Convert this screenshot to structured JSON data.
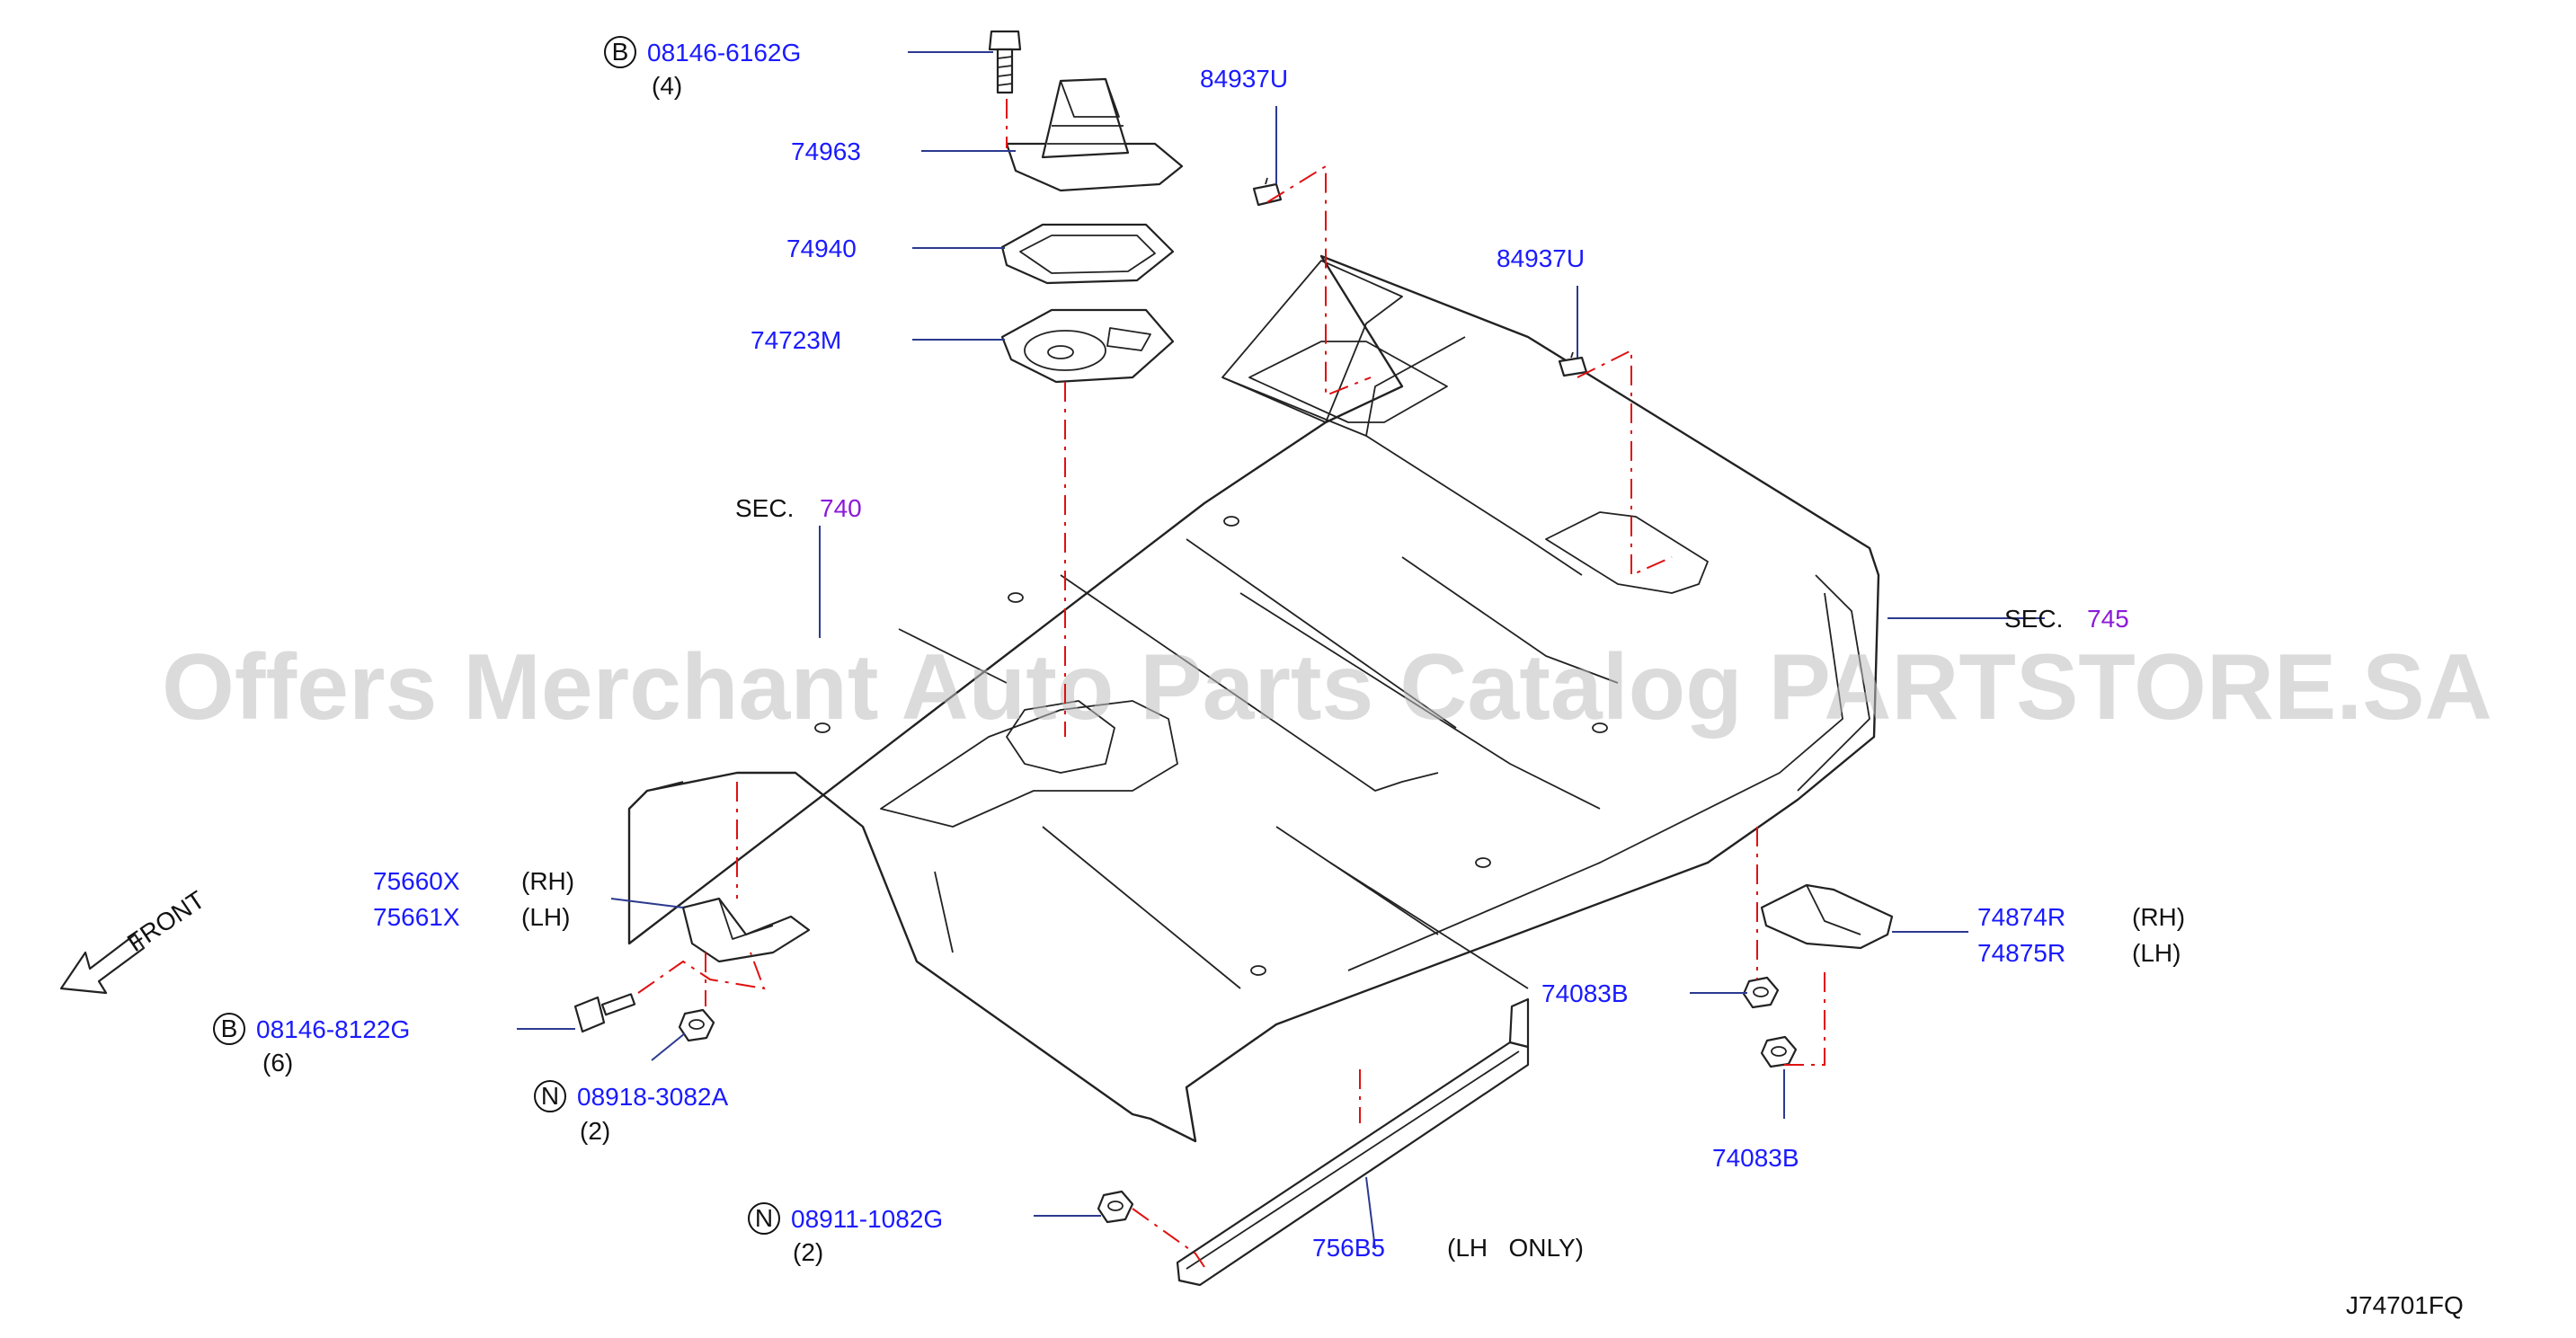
{
  "colors": {
    "part_number": "#1a1aff",
    "section_ref": "#8a1ad9",
    "leader": "#2b3a8f",
    "centerline": "#e01010",
    "watermark": "#bdbdbd"
  },
  "watermark": "Offers Merchant Auto Parts Catalog PARTSTORE.SA",
  "diagram_code": "J74701FQ",
  "front_label": "FRONT",
  "sections": [
    {
      "prefix": "SEC.",
      "number": "740"
    },
    {
      "prefix": "SEC.",
      "number": "745"
    }
  ],
  "callouts": {
    "bolt_top": {
      "badge": "B",
      "number": "08146-6162G",
      "qty": "(4)"
    },
    "boot": {
      "number": "74963"
    },
    "clip_left": {
      "number": "84937U"
    },
    "clip_right": {
      "number": "84937U"
    },
    "gasket": {
      "number": "74940"
    },
    "finisher": {
      "number": "74723M"
    },
    "bracket_left": {
      "number_rh": "75660X",
      "side_rh": "(RH)",
      "number_lh": "75661X",
      "side_lh": "(LH)"
    },
    "bolt_left": {
      "badge": "B",
      "number": "08146-8122G",
      "qty": "(6)"
    },
    "nut_left": {
      "badge": "N",
      "number": "08918-3082A",
      "qty": "(2)"
    },
    "nut_bottom": {
      "badge": "N",
      "number": "08911-1082G",
      "qty": "(2)"
    },
    "rail": {
      "number": "756B5",
      "note": "(LH   ONLY)"
    },
    "bracket_right": {
      "number_rh": "74874R",
      "side_rh": "(RH)",
      "number_lh": "74875R",
      "side_lh": "(LH)"
    },
    "nut_right_upper": {
      "number": "74083B"
    },
    "nut_right_lower": {
      "number": "74083B"
    }
  }
}
